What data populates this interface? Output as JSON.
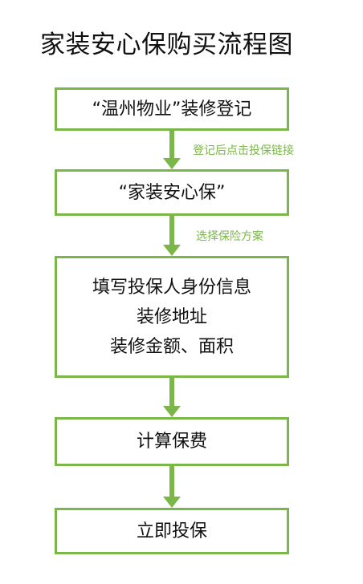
{
  "title": "家装安心保购买流程图",
  "colors": {
    "accent": "#7ab648",
    "text": "#111111",
    "background": "#ffffff"
  },
  "steps": [
    {
      "lines": [
        "“温州物业”装修登记"
      ]
    },
    {
      "lines": [
        "“家装安心保”"
      ]
    },
    {
      "lines": [
        "填写投保人身份信息",
        "装修地址",
        "装修金额、面积"
      ]
    },
    {
      "lines": [
        "计算保费"
      ]
    },
    {
      "lines": [
        "立即投保"
      ]
    }
  ],
  "transitions": [
    {
      "label": "登记后点击投保链接"
    },
    {
      "label": "选择保险方案"
    },
    {
      "label": ""
    },
    {
      "label": ""
    }
  ]
}
